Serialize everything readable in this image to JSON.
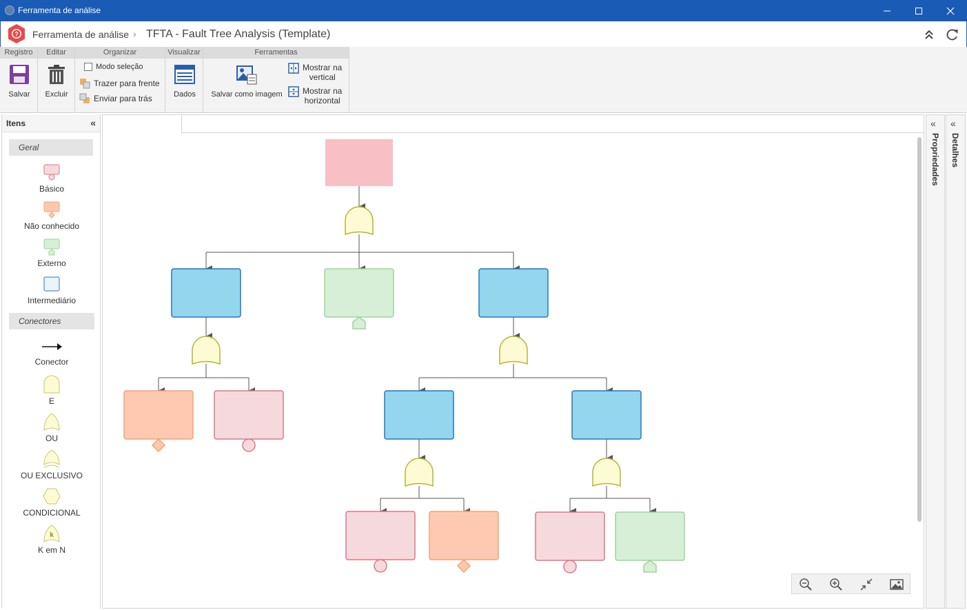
{
  "window": {
    "title": "Ferramenta de análise"
  },
  "header": {
    "breadcrumb_root": "Ferramenta de análise",
    "separator": "›",
    "page_title": "TFTA - Fault Tree Analysis (Template)"
  },
  "ribbon": {
    "groups": {
      "registro": "Registro",
      "editar": "Editar",
      "organizar": "Organizar",
      "visualizar": "Visualizar",
      "ferramentas": "Ferramentas"
    },
    "salvar": "Salvar",
    "excluir": "Excluir",
    "modo_selecao": "Modo seleção",
    "trazer_frente": "Trazer para frente",
    "enviar_tras": "Enviar para trás",
    "dados": "Dados",
    "salvar_imagem": "Salvar como imagem",
    "mostrar_vertical_1": "Mostrar na",
    "mostrar_vertical_2": "vertical",
    "mostrar_horizontal_1": "Mostrar na",
    "mostrar_horizontal_2": "horizontal"
  },
  "items_panel": {
    "title": "Itens",
    "section_geral": "Geral",
    "section_conectores": "Conectores",
    "geral": [
      "Básico",
      "Não conhecido",
      "Externo",
      "Intermediário"
    ],
    "conectores": [
      "Conector",
      "E",
      "OU",
      "OU EXCLUSIVO",
      "CONDICIONAL",
      "K em N"
    ],
    "kn_symbol": "k"
  },
  "side_panels": {
    "propriedades": "Propriedades",
    "detalhes": "Detalhes"
  },
  "colors": {
    "titlebar": "#1a5bb5",
    "top_event": "#f8bfc4",
    "intermediate_fill": "#93d6ee",
    "intermediate_border": "#2777c0",
    "external_fill": "#d7efd6",
    "external_border": "#9ed59b",
    "basic_fill": "#f6d9dc",
    "basic_border": "#d77a86",
    "unknown_fill": "#fec9b0",
    "unknown_border": "#f4a274",
    "gate_fill": "#fdfbd3",
    "gate_border": "#b4b43a"
  },
  "diagram": {
    "nodes": [
      {
        "id": "top",
        "type": "top-event"
      },
      {
        "id": "g1",
        "type": "and-gate"
      },
      {
        "id": "n1",
        "type": "intermediate"
      },
      {
        "id": "n2",
        "type": "external"
      },
      {
        "id": "n3",
        "type": "intermediate"
      },
      {
        "id": "g2",
        "type": "and-gate"
      },
      {
        "id": "g3",
        "type": "and-gate"
      },
      {
        "id": "n4",
        "type": "unknown"
      },
      {
        "id": "n5",
        "type": "basic"
      },
      {
        "id": "n6",
        "type": "intermediate"
      },
      {
        "id": "n7",
        "type": "intermediate"
      },
      {
        "id": "g4",
        "type": "and-gate"
      },
      {
        "id": "g5",
        "type": "and-gate"
      },
      {
        "id": "n8",
        "type": "basic"
      },
      {
        "id": "n9",
        "type": "unknown"
      },
      {
        "id": "n10",
        "type": "basic"
      },
      {
        "id": "n11",
        "type": "external"
      }
    ],
    "edges": [
      [
        "top",
        "g1"
      ],
      [
        "g1",
        "n1"
      ],
      [
        "g1",
        "n2"
      ],
      [
        "g1",
        "n3"
      ],
      [
        "n1",
        "g2"
      ],
      [
        "n3",
        "g3"
      ],
      [
        "g2",
        "n4"
      ],
      [
        "g2",
        "n5"
      ],
      [
        "g3",
        "n6"
      ],
      [
        "g3",
        "n7"
      ],
      [
        "n6",
        "g4"
      ],
      [
        "n7",
        "g5"
      ],
      [
        "g4",
        "n8"
      ],
      [
        "g4",
        "n9"
      ],
      [
        "g5",
        "n10"
      ],
      [
        "g5",
        "n11"
      ]
    ]
  },
  "zoom_controls": [
    "zoom-out",
    "zoom-in",
    "fit",
    "export-image"
  ]
}
